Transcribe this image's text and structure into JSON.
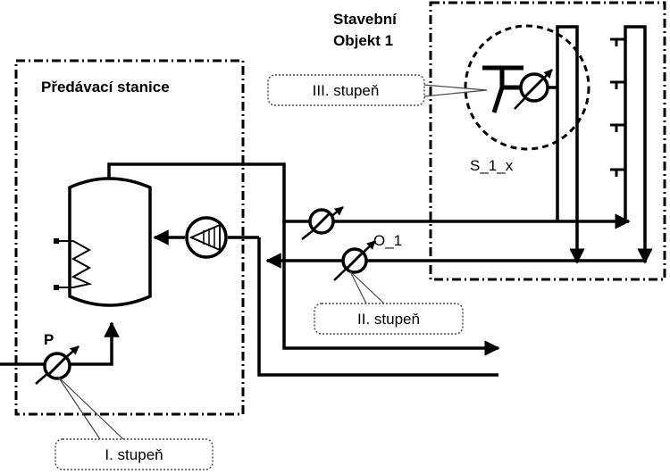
{
  "labels": {
    "station_title": "Předávací stanice",
    "building_title_line1": "Stavební",
    "building_title_line2": "Objekt 1",
    "meter_p": "P",
    "meter_o1": "O_1",
    "meter_s1x": "S_1_x"
  },
  "callouts": {
    "stage1": "I. stupeň",
    "stage2": "II. stupeň",
    "stage3": "III. stupeň"
  },
  "colors": {
    "line": "#000000",
    "tank_fill": "#ffffff",
    "callout_border": "#444444",
    "background": "#ffffff"
  },
  "icons": [
    "meter-icon",
    "pump-icon",
    "heat-exchanger-icon",
    "tap-icon",
    "arrow-icon"
  ]
}
